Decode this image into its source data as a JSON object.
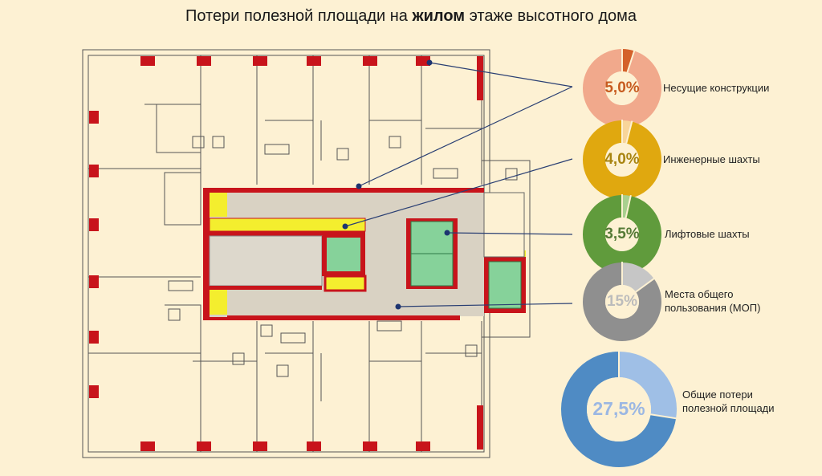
{
  "title": {
    "before": "Потери полезной площади на ",
    "bold": "жилом",
    "after": " этаже высотного дома"
  },
  "chart_data": {
    "type": "pie",
    "variant": "donut",
    "title": "Потери полезной площади на жилом этаже высотного дома",
    "items": [
      {
        "label": "Несущие конструкции",
        "value_label": "5,0%",
        "value": 5.0,
        "main_color": "#f1a98c",
        "slice_color": "#d4612a",
        "text_color": "#c75b1f"
      },
      {
        "label": "Инженерные шахты",
        "value_label": "4,0%",
        "value": 4.0,
        "main_color": "#e0a80f",
        "slice_color": "#f8d59a",
        "text_color": "#a8840f"
      },
      {
        "label": "Лифтовые шахты",
        "value_label": "3,5%",
        "value": 3.5,
        "main_color": "#609b3c",
        "slice_color": "#a9d08f",
        "text_color": "#557a36"
      },
      {
        "label": "Места общего пользования (МОП)",
        "label_lines": [
          "Места общего",
          "пользования (МОП)"
        ],
        "value_label": "15%",
        "value": 15,
        "main_color": "#8f8f8f",
        "slice_color": "#c6c6c6",
        "text_color": "#bcbcbc"
      },
      {
        "label": "Общие потери полезной площади",
        "label_lines": [
          "Общие потери",
          "полезной площади"
        ],
        "value_label": "27,5%",
        "value": 27.5,
        "main_color": "#4f8bc4",
        "slice_color": "#9fbfe6",
        "text_color": "#9bb7e3"
      }
    ]
  }
}
